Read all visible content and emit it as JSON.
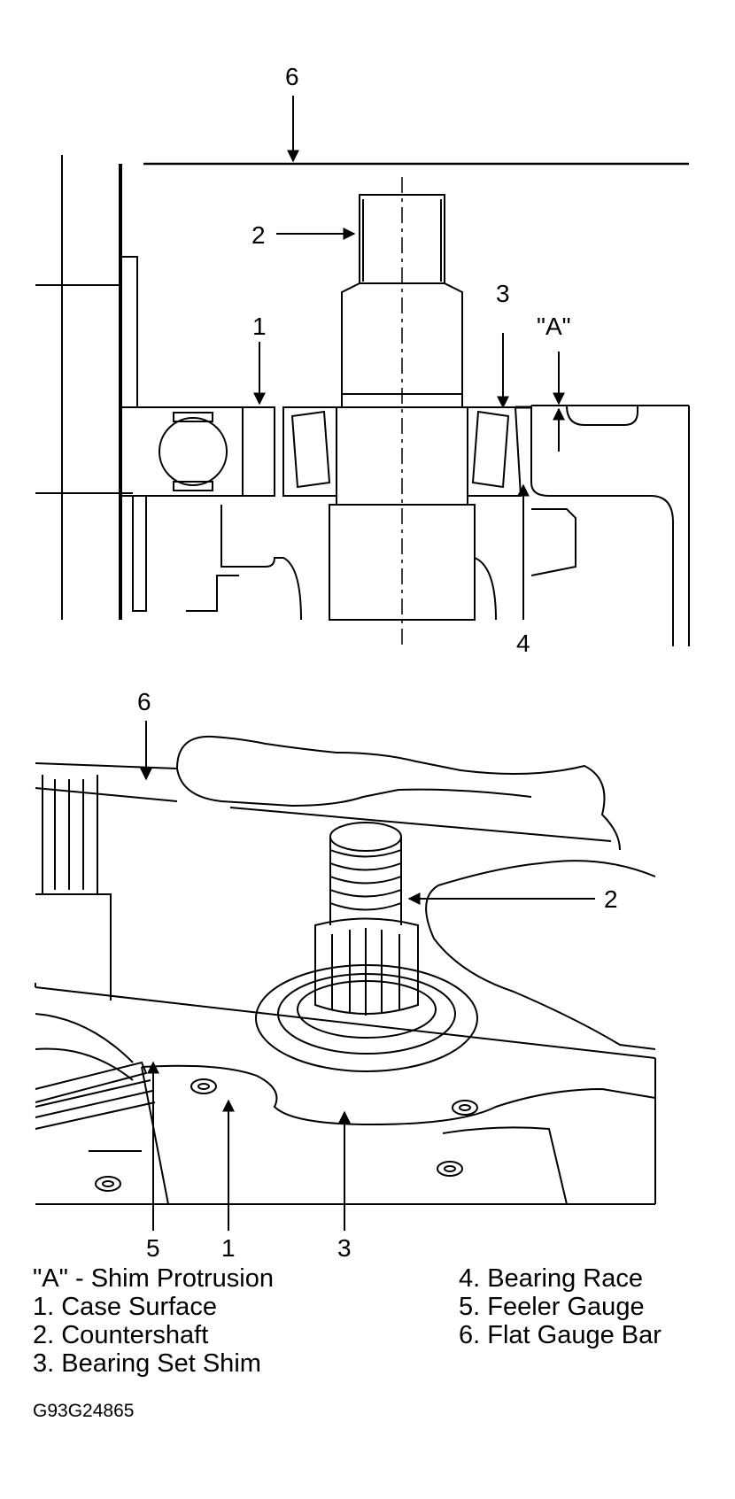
{
  "callouts": {
    "top": {
      "flat_gauge_bar": "6",
      "countershaft": "2",
      "case_surface": "1",
      "bearing_set_shim": "3",
      "shim_protrusion": "\"A\"",
      "bearing_race": "4"
    },
    "bottom": {
      "flat_gauge_bar": "6",
      "countershaft": "2",
      "feeler_gauge": "5",
      "case_surface": "1",
      "bearing_set_shim": "3"
    }
  },
  "legend": {
    "left": [
      "\"A\" - Shim Protrusion",
      "1. Case Surface",
      "2. Countershaft",
      "3. Bearing Set Shim"
    ],
    "right": [
      "4. Bearing Race",
      "5. Feeler Gauge",
      "6. Flat Gauge Bar"
    ]
  },
  "figure_id": "G93G24865"
}
